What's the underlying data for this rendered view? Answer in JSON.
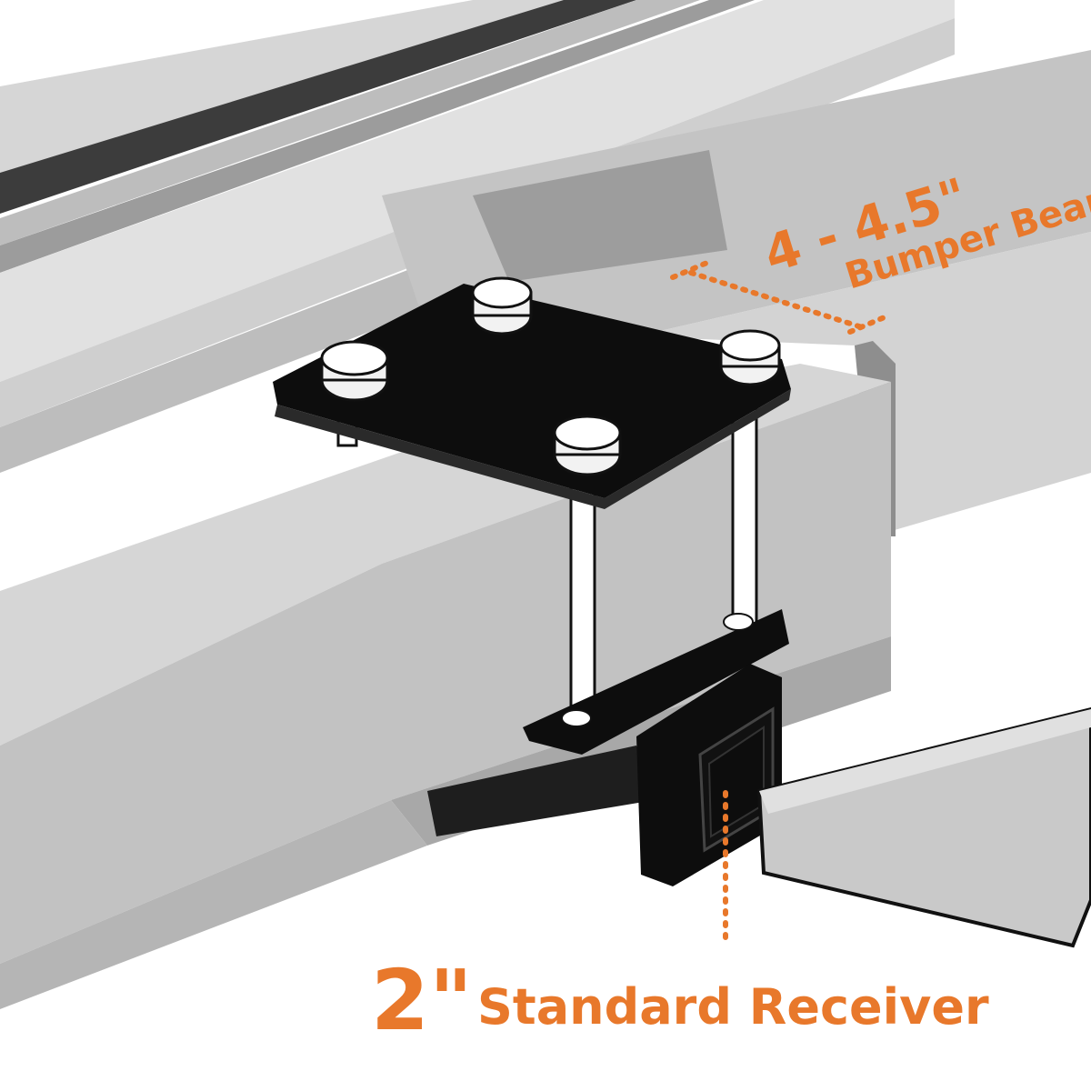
{
  "labels": {
    "beam_size_value": "4 - 4.5\"",
    "beam_size_caption": "Bumper Beam",
    "receiver_size_value": "2\"",
    "receiver_caption": "Standard Receiver"
  },
  "colors": {
    "accent": "#e8782b",
    "steel": "#0d0d0d",
    "beam_light": "#cfcfcf",
    "beam_mid": "#bfbfbf",
    "beam_dark": "#9a9a9a",
    "bolt": "#f0f0f0"
  }
}
